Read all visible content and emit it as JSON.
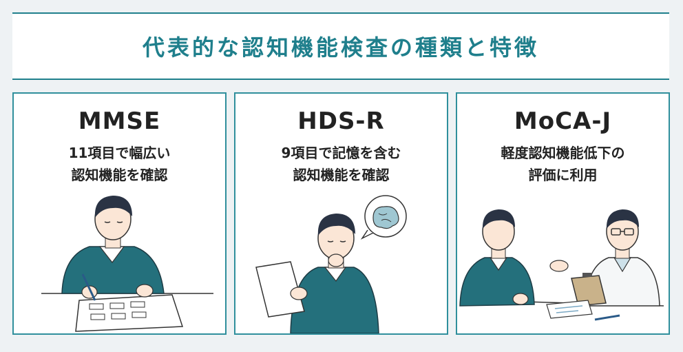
{
  "title": "代表的な認知機能検査の種類と特徴",
  "cards": [
    {
      "name": "MMSE",
      "desc_line1": "11項目で幅広い",
      "desc_line2": "認知機能を確認"
    },
    {
      "name": "HDS-R",
      "desc_line1": "9項目で記憶を含む",
      "desc_line2": "認知機能を確認"
    },
    {
      "name": "MoCA-J",
      "desc_line1": "軽度認知機能低下の",
      "desc_line2": "評価に利用"
    }
  ],
  "icons": [
    "test-sheet-icon",
    "brain-thought-icon",
    "clipboard-icon"
  ],
  "colors": {
    "accent": "#1f7f8c",
    "sweater": "#24707c",
    "hair": "#2a3344"
  }
}
